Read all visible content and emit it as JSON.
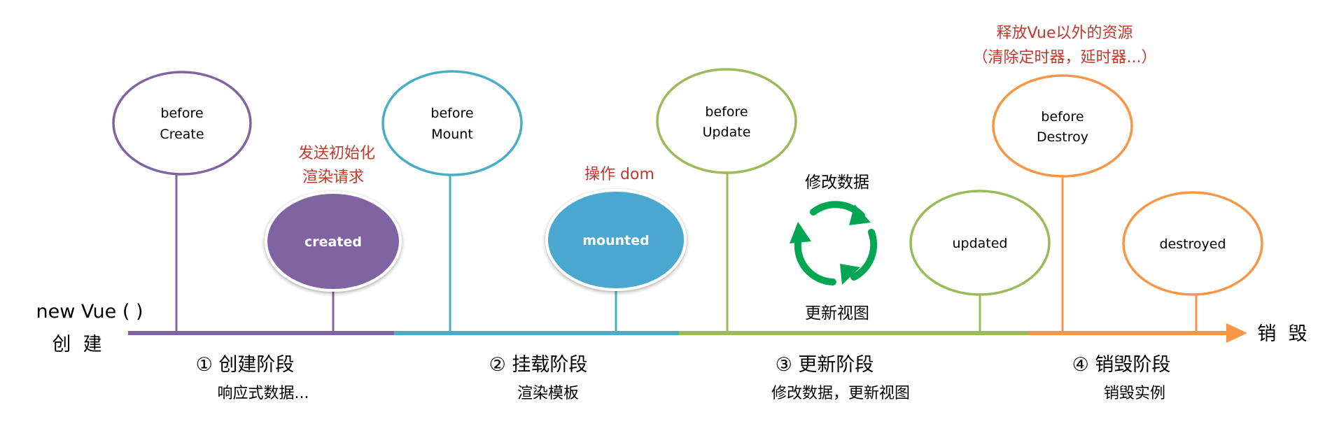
{
  "start_label": {
    "line1": "new Vue ( )",
    "line2": "创  建"
  },
  "end_label": "销  毁",
  "hooks": {
    "beforeCreate": {
      "line1": "before",
      "line2": "Create"
    },
    "created": "created",
    "beforeMount": {
      "line1": "before",
      "line2": "Mount"
    },
    "mounted": "mounted",
    "beforeUpdate": {
      "line1": "before",
      "line2": "Update"
    },
    "updated": "updated",
    "beforeDestroy": {
      "line1": "before",
      "line2": "Destroy"
    },
    "destroyed": "destroyed"
  },
  "notes": {
    "created": {
      "line1": "发送初始化",
      "line2": "渲染请求"
    },
    "mounted": "操作 dom",
    "beforeDestroy": {
      "line1": "释放Vue以外的资源",
      "line2": "（清除定时器，延时器...）"
    },
    "cycle_top": "修改数据",
    "cycle_bottom": "更新视图"
  },
  "phases": [
    {
      "title": "① 创建阶段",
      "desc": "响应式数据..."
    },
    {
      "title": "② 挂载阶段",
      "desc": "渲染模板"
    },
    {
      "title": "③ 更新阶段",
      "desc": "修改数据，更新视图"
    },
    {
      "title": "④ 销毁阶段",
      "desc": "销毁实例"
    }
  ],
  "colors": {
    "create": "#8064a2",
    "mount": "#4bacc6",
    "update": "#9bbb59",
    "destroy": "#f79646",
    "note_red": "#c0392b",
    "cycle_green": "#00a651",
    "created_fill": "#8064a2",
    "mounted_fill": "#4aa7cf",
    "text": "#000000"
  }
}
